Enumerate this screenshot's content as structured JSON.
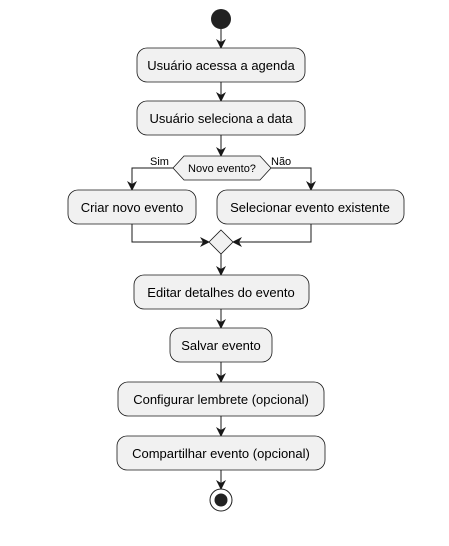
{
  "diagram": {
    "nodes": {
      "access": "Usuário acessa a agenda",
      "select_date": "Usuário seleciona a data",
      "decision": "Novo evento?",
      "create": "Criar novo evento",
      "select_existing": "Selecionar evento existente",
      "edit": "Editar detalhes do evento",
      "save": "Salvar evento",
      "reminder": "Configurar lembrete (opcional)",
      "share": "Compartilhar evento (opcional)"
    },
    "guards": {
      "yes": "Sim",
      "no": "Não"
    },
    "colors": {
      "node_fill": "#F1F1F1",
      "node_stroke": "#181818",
      "start_end": "#222222"
    }
  }
}
